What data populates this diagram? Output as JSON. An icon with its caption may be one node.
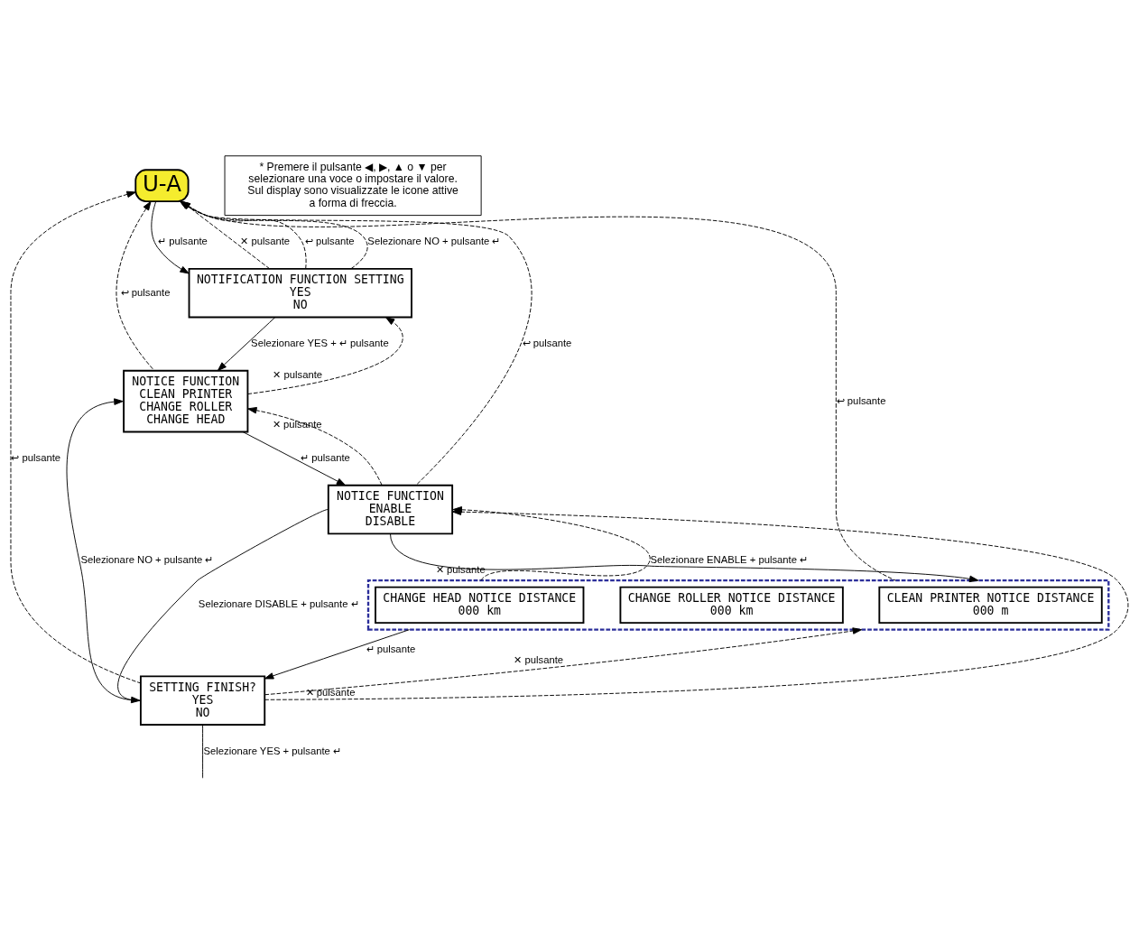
{
  "diagram": {
    "nodes": [
      {
        "text": [
          "U-A"
        ]
      },
      {
        "text": [
          "NOTIFICATION FUNCTION SETTING",
          "YES",
          "NO"
        ]
      },
      {
        "text": [
          "NOTICE FUNCTION",
          "CLEAN PRINTER",
          "CHANGE ROLLER",
          "CHANGE HEAD"
        ]
      },
      {
        "text": [
          "NOTICE FUNCTION",
          "ENABLE",
          "DISABLE"
        ]
      },
      {
        "text": [],
        "shape": "box"
      },
      {
        "text": [
          "CLEAN PRINTER NOTICE DISTANCE",
          "000 m"
        ],
        "in": 4
      },
      {
        "text": [
          "CHANGE ROLLER NOTICE DISTANCE",
          "000 km"
        ],
        "in": 4
      },
      {
        "text": [
          "CHANGE HEAD NOTICE DISTANCE",
          "000 km"
        ],
        "in": 4
      },
      {
        "text": [
          "SETTING FINISH?",
          "YES",
          "NO"
        ]
      },
      {
        "text": [
          "* Premere il pulsante ◀, ▶, ▲ o ▼ per selezionare una voce o impostare il valore. Sul display sono visualizzate le icone attive a forma di freccia."
        ]
      }
    ],
    "edges": [
      {
        "from": 0,
        "to": 1,
        "arrow": "to",
        "label": "↵ pulsante"
      },
      {
        "from": 1,
        "to": 0,
        "arrow": "to",
        "label": "✕ pulsante",
        "style": "dashed"
      },
      {
        "from": 1,
        "to": 2,
        "arrow": "to",
        "label": "Selezionare YES + ↵ pulsante"
      },
      {
        "from": 2,
        "to": 1,
        "arrow": "to",
        "label": "✕ pulsante",
        "style": "dashed"
      },
      {
        "from": 1,
        "to": 0,
        "arrow": "to",
        "label": "↩ pulsante",
        "style": "dashed"
      },
      {
        "from": 1,
        "to": 0,
        "arrow": "to",
        "label": "Selezionare NO + pulsante ↵",
        "style": "dashed"
      },
      {
        "from": 2,
        "to": 0,
        "arrow": "to",
        "label": "↩ pulsante",
        "style": "dashed"
      },
      {
        "from": 2,
        "to": 3,
        "arrow": "to",
        "label": "↵ pulsante"
      },
      {
        "from": 3,
        "to": 2,
        "arrow": "to",
        "label": "✕ pulsante",
        "style": "dashed"
      },
      {
        "from": 3,
        "to": 0,
        "arrow": "to",
        "label": "↩ pulsante",
        "style": "dashed"
      },
      {
        "from": 3,
        "to": 4,
        "arrow": "to",
        "label": "Selezionare ENABLE + pulsante ↵"
      },
      {
        "from": 4,
        "to": 3,
        "arrow": "to",
        "label": "✕ pulsante",
        "style": "dashed"
      },
      {
        "from": 4,
        "to": 0,
        "arrow": "to",
        "label": "↩ pulsante",
        "style": "dashed"
      },
      {
        "from": 4,
        "to": 8,
        "arrow": "to",
        "label": "↵ pulsante"
      },
      {
        "from": 8,
        "to": 4,
        "arrow": "to",
        "label": "✕ pulsante",
        "style": "dashed"
      },
      {
        "from": 8,
        "to": 3,
        "arrow": "to",
        "label": "✕ pulsante",
        "style": "dashed"
      },
      {
        "from": 3,
        "to": 8,
        "arrow": "to",
        "label": "Selezionare DISABLE + pulsante ↵"
      },
      {
        "from": 8,
        "to": 2,
        "arrow": "to",
        "label": "Selezionare NO + pulsante ↵"
      },
      {
        "from": 8,
        "to": 0,
        "arrow": "to",
        "label": "↩ pulsante",
        "style": "dashed"
      },
      {
        "from": 8,
        "to": null,
        "arrow": "none",
        "label": "Selezionare YES + pulsante ↵"
      }
    ]
  }
}
